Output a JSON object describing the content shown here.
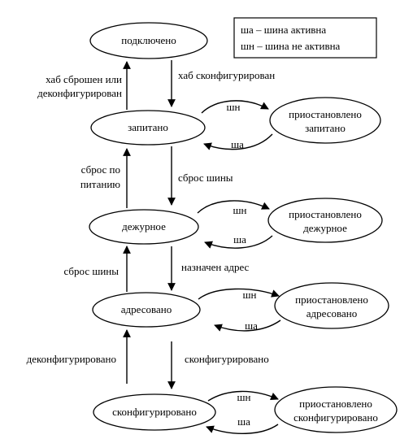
{
  "legend": {
    "line1": "ша – шина активна",
    "line2": "шн – шина не активна"
  },
  "states": {
    "connected": "подключено",
    "powered": "запитано",
    "default": "дежурное",
    "addressed": "адресовано",
    "configured": "сконфигурировано"
  },
  "suspended": {
    "powered": [
      "приостановлено",
      "запитано"
    ],
    "default": [
      "приостановлено",
      "дежурное"
    ],
    "addressed": [
      "приостановлено",
      "адресовано"
    ],
    "configured": [
      "приостановлено",
      "сконфигурировано"
    ]
  },
  "transitions": {
    "hub_configured": "хаб сконфигурирован",
    "hub_reset": [
      "хаб сброшен или",
      "деконфигурирован"
    ],
    "bus_reset_down": "сброс шины",
    "power_reset": [
      "сброс по",
      "питанию"
    ],
    "address_assigned": "назначен адрес",
    "bus_reset_up": "сброс шины",
    "configured": "сконфигурировано",
    "deconfigured": "деконфигурировано"
  },
  "bus_labels": {
    "inactive": "шн",
    "active": "ша"
  }
}
